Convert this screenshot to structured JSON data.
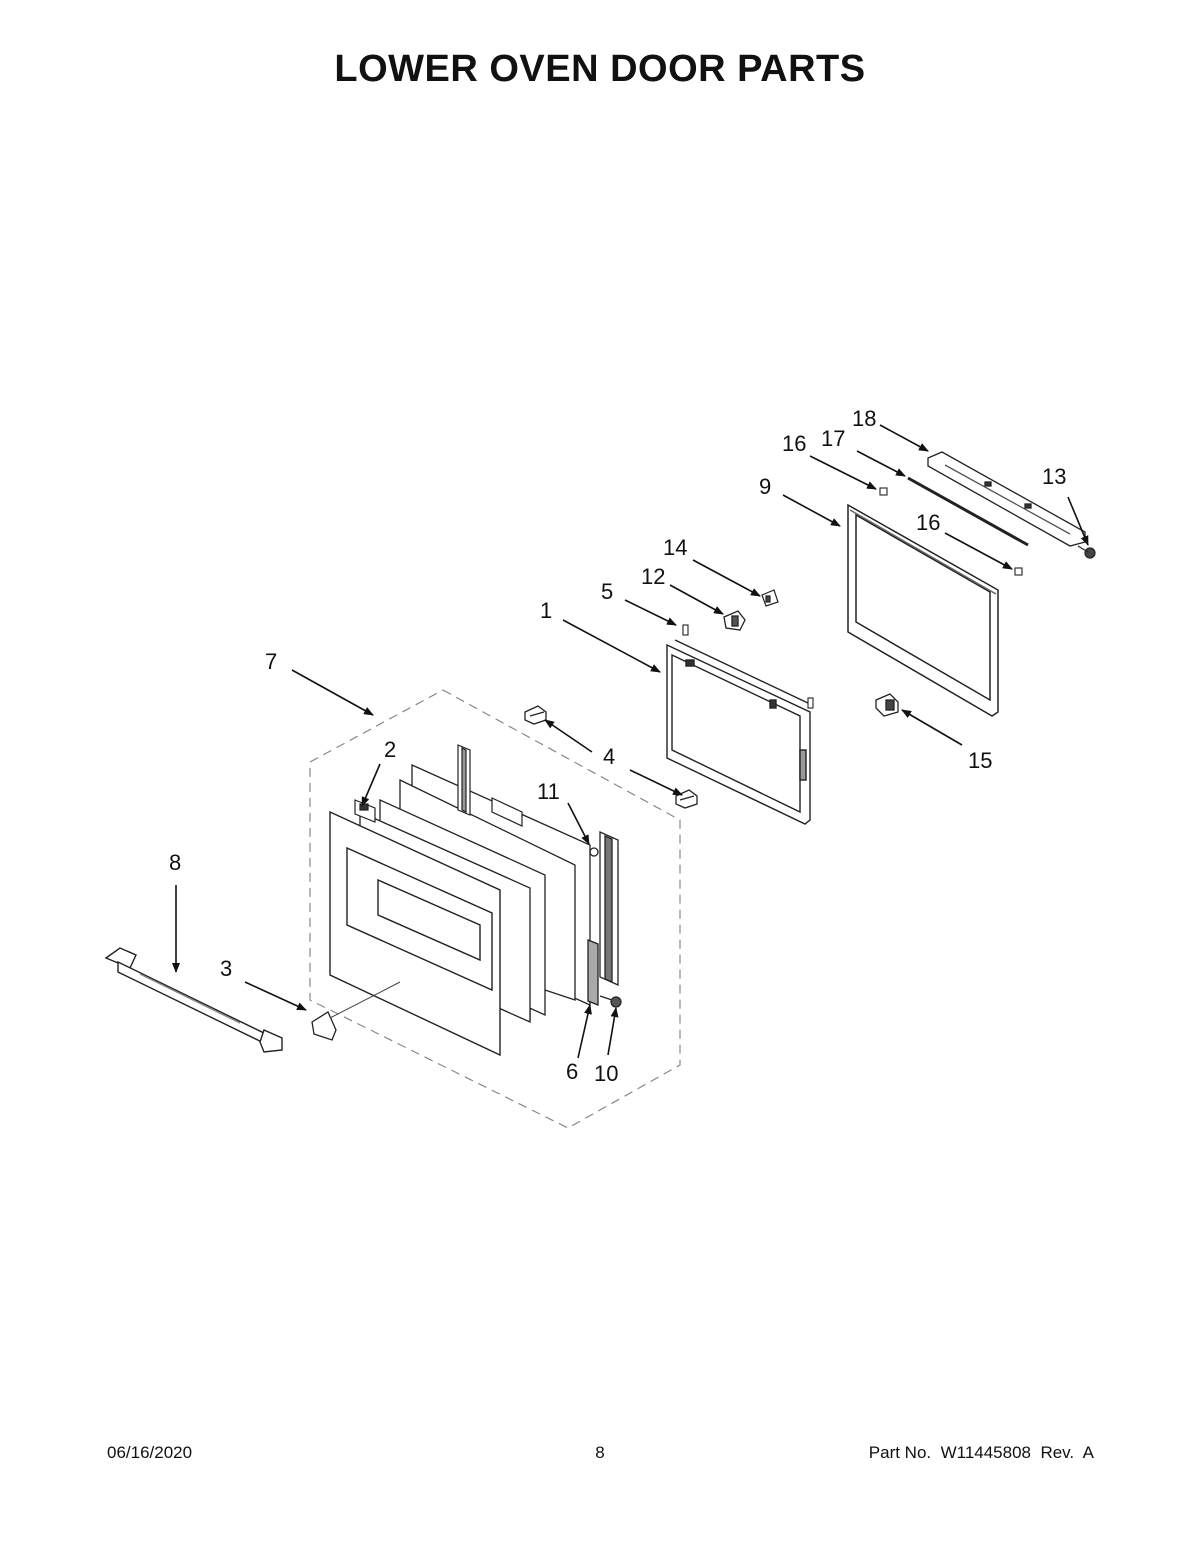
{
  "title": "LOWER OVEN DOOR PARTS",
  "callouts": {
    "c1": "1",
    "c2": "2",
    "c3": "3",
    "c4": "4",
    "c5": "5",
    "c6": "6",
    "c7": "7",
    "c8": "8",
    "c9": "9",
    "c10": "10",
    "c11": "11",
    "c12": "12",
    "c13": "13",
    "c14": "14",
    "c15": "15",
    "c16a": "16",
    "c16b": "16",
    "c17": "17",
    "c18": "18"
  },
  "footer": {
    "date": "06/16/2020",
    "page": "8",
    "part_no": "Part No.  W11445808  Rev.  A"
  }
}
